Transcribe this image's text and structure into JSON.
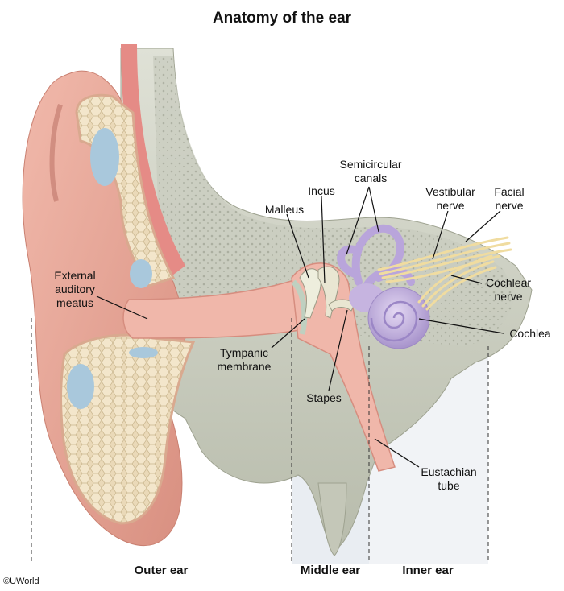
{
  "title": "Anatomy of the ear",
  "labels": {
    "external_auditory_meatus": [
      "External",
      "auditory",
      "meatus"
    ],
    "malleus": "Malleus",
    "incus": "Incus",
    "semicircular_canals": [
      "Semicircular",
      "canals"
    ],
    "vestibular_nerve": [
      "Vestibular",
      "nerve"
    ],
    "facial_nerve": [
      "Facial",
      "nerve"
    ],
    "cochlear_nerve": [
      "Cochlear",
      "nerve"
    ],
    "cochlea": "Cochlea",
    "tympanic_membrane": [
      "Tympanic",
      "membrane"
    ],
    "stapes": "Stapes",
    "eustachian_tube": [
      "Eustachian",
      "tube"
    ]
  },
  "regions": {
    "outer": "Outer ear",
    "middle": "Middle ear",
    "inner": "Inner ear"
  },
  "credit": "©UWorld",
  "colors": {
    "skin": "#e8a89a",
    "skin_dark": "#c97f72",
    "cartilage": "#e8d6b4",
    "bone": "#cfd2c4",
    "bone_dark": "#a9ad9c",
    "canal": "#f0b7aa",
    "inner_ear": "#c6b4e0",
    "nerve": "#f0dca0",
    "fluid": "#a9c8dc",
    "panel": "#e9edf2"
  }
}
